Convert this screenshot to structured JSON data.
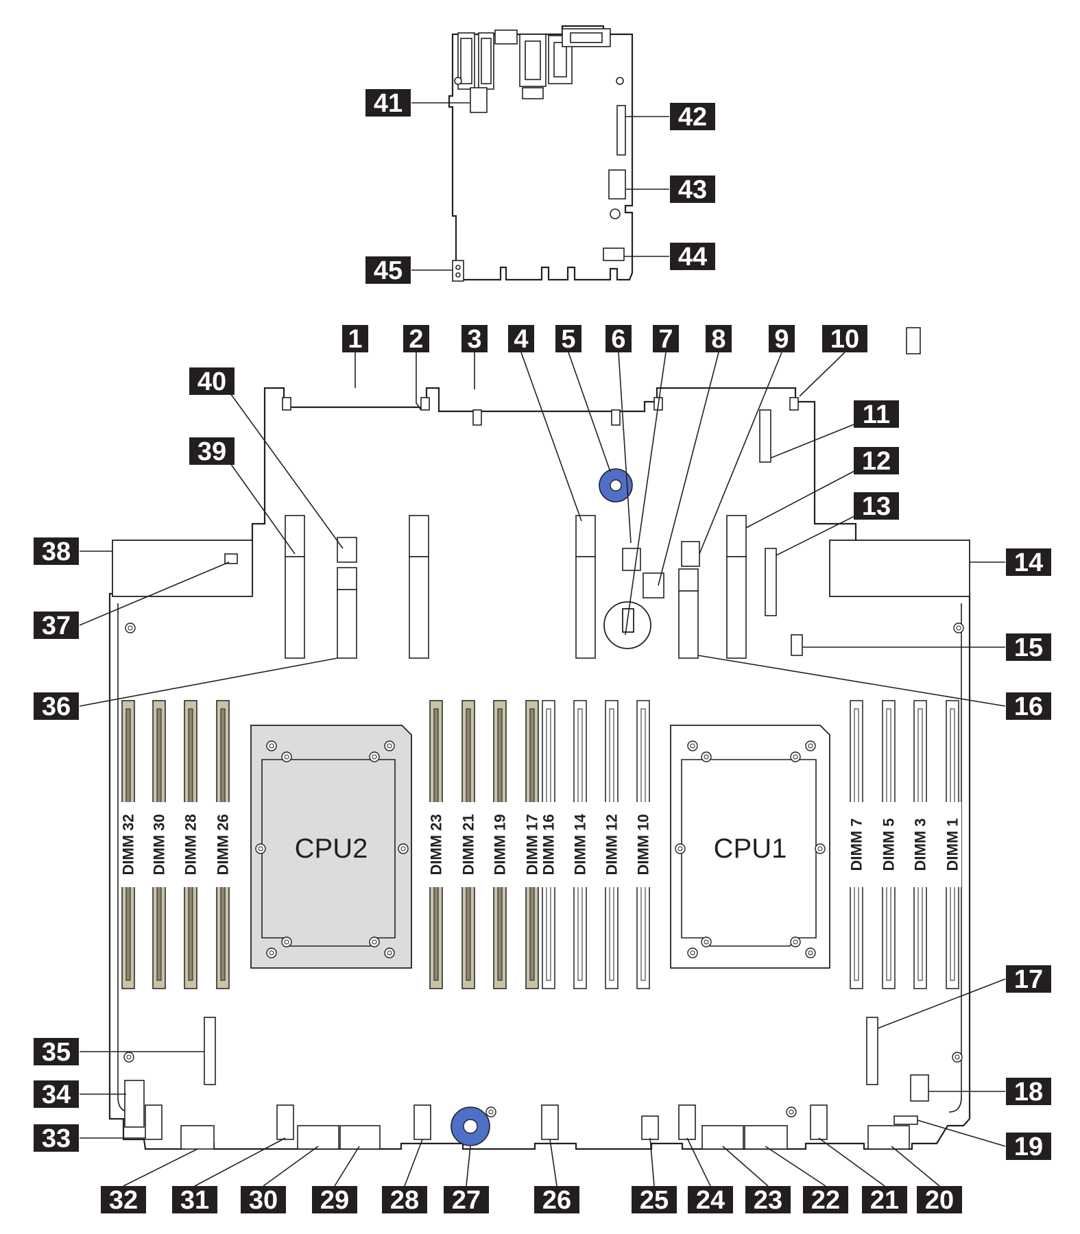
{
  "callouts": [
    "1",
    "2",
    "3",
    "4",
    "5",
    "6",
    "7",
    "8",
    "9",
    "10",
    "11",
    "12",
    "13",
    "14",
    "15",
    "16",
    "17",
    "18",
    "19",
    "20",
    "21",
    "22",
    "23",
    "24",
    "25",
    "26",
    "27",
    "28",
    "29",
    "30",
    "31",
    "32",
    "33",
    "34",
    "35",
    "36",
    "37",
    "38",
    "39",
    "40",
    "41",
    "42",
    "43",
    "44",
    "45"
  ],
  "cpus": [
    "CPU2",
    "CPU1"
  ],
  "dimms_left": [
    "DIMM 32",
    "DIMM 30",
    "DIMM 28",
    "DIMM 26"
  ],
  "dimms_mid_gold": [
    "DIMM 23",
    "DIMM 21",
    "DIMM 19",
    "DIMM 17"
  ],
  "dimms_mid_white": [
    "DIMM 16",
    "DIMM 14",
    "DIMM 12",
    "DIMM 10"
  ],
  "dimms_right": [
    "DIMM 7",
    "DIMM 5",
    "DIMM 3",
    "DIMM 1"
  ],
  "colors": {
    "label_bg": "#231f20",
    "label_text": "#ffffff",
    "cpu2_fill": "#dcdcdc",
    "gold_slot": "#c9c3a8",
    "jumper_blue": "#4f6fc8"
  }
}
